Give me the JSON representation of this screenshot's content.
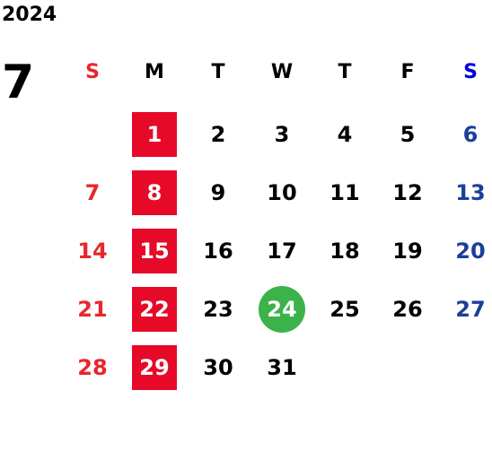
{
  "calendar": {
    "year": "2024",
    "month": "7",
    "weekdays": [
      "S",
      "M",
      "T",
      "W",
      "T",
      "F",
      "S"
    ],
    "days": [
      "1",
      "2",
      "3",
      "4",
      "5",
      "6",
      "7",
      "8",
      "9",
      "10",
      "11",
      "12",
      "13",
      "14",
      "15",
      "16",
      "17",
      "18",
      "19",
      "20",
      "21",
      "22",
      "23",
      "24",
      "25",
      "26",
      "27",
      "28",
      "29",
      "30",
      "31"
    ],
    "highlighted_days": [
      "1",
      "8",
      "15",
      "22",
      "29"
    ],
    "today": "24"
  },
  "colors": {
    "sunday": "#e8272a",
    "saturday": "#0000dd",
    "saturday_dates": "#1b3f99",
    "weekday": "#000000",
    "holiday_box": "#e60a28",
    "today_circle": "#3bb24a"
  }
}
